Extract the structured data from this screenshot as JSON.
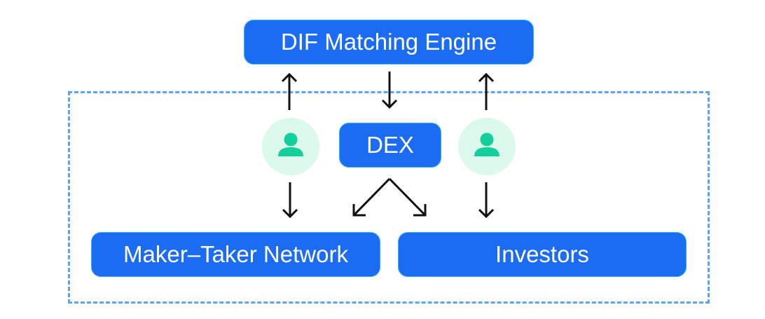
{
  "diagram": {
    "title_node": {
      "label": "DIF Matching Engine",
      "icon": "none"
    },
    "dex_node": {
      "label": "DEX"
    },
    "maker_taker_node": {
      "label": "Maker–Taker Network"
    },
    "investors_node": {
      "label": "Investors"
    },
    "avatars": [
      {
        "icon": "user-icon",
        "position": "left"
      },
      {
        "icon": "user-icon",
        "position": "right"
      }
    ],
    "connections": [
      {
        "from": "user-left",
        "to": "DIF Matching Engine",
        "direction": "up"
      },
      {
        "from": "DIF Matching Engine",
        "to": "DEX",
        "direction": "down"
      },
      {
        "from": "user-right",
        "to": "DIF Matching Engine",
        "direction": "up"
      },
      {
        "from": "user-left",
        "to": "Maker–Taker Network",
        "direction": "down"
      },
      {
        "from": "DEX",
        "to": "Maker–Taker Network",
        "direction": "down-left"
      },
      {
        "from": "DEX",
        "to": "Investors",
        "direction": "down-right"
      },
      {
        "from": "user-right",
        "to": "Investors",
        "direction": "down"
      }
    ],
    "colors": {
      "node_fill": "#1b6cf2",
      "node_border": "#2fb7e8",
      "node_text": "#ffffff",
      "avatar_bg": "#dcfaeb",
      "avatar_icon": "#12cf9c",
      "frame_dash": "#5aa6f5",
      "arrow": "#111111"
    }
  }
}
